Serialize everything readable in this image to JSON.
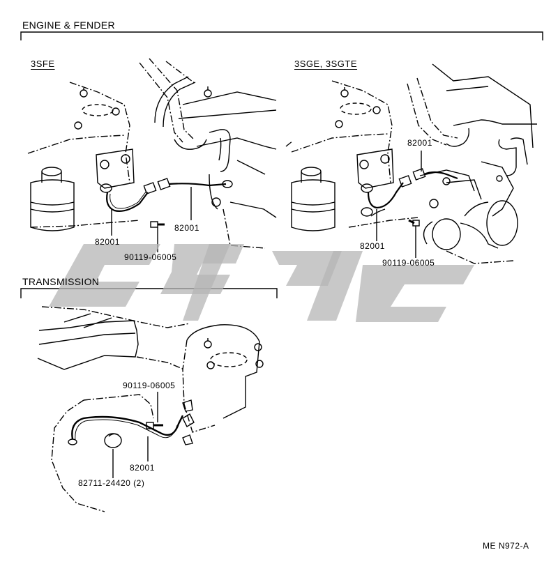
{
  "sections": {
    "engine_fender": "ENGINE & FENDER",
    "transmission": "TRANSMISSION"
  },
  "panels": {
    "left": {
      "title": "3SFE",
      "labels": {
        "harness_a": "82001",
        "harness_b": "82001",
        "bolt": "90119-06005"
      }
    },
    "right": {
      "title": "3SGE, 3SGTE",
      "labels": {
        "harness_top": "82001",
        "harness_bottom": "82001",
        "bolt": "90119-06005"
      }
    },
    "transmission": {
      "labels": {
        "bolt": "90119-06005",
        "harness": "82001",
        "clamp": "82711-24420 (2)"
      }
    }
  },
  "figure_code": "ME N972-A",
  "watermark_color": "#b5b5b5"
}
